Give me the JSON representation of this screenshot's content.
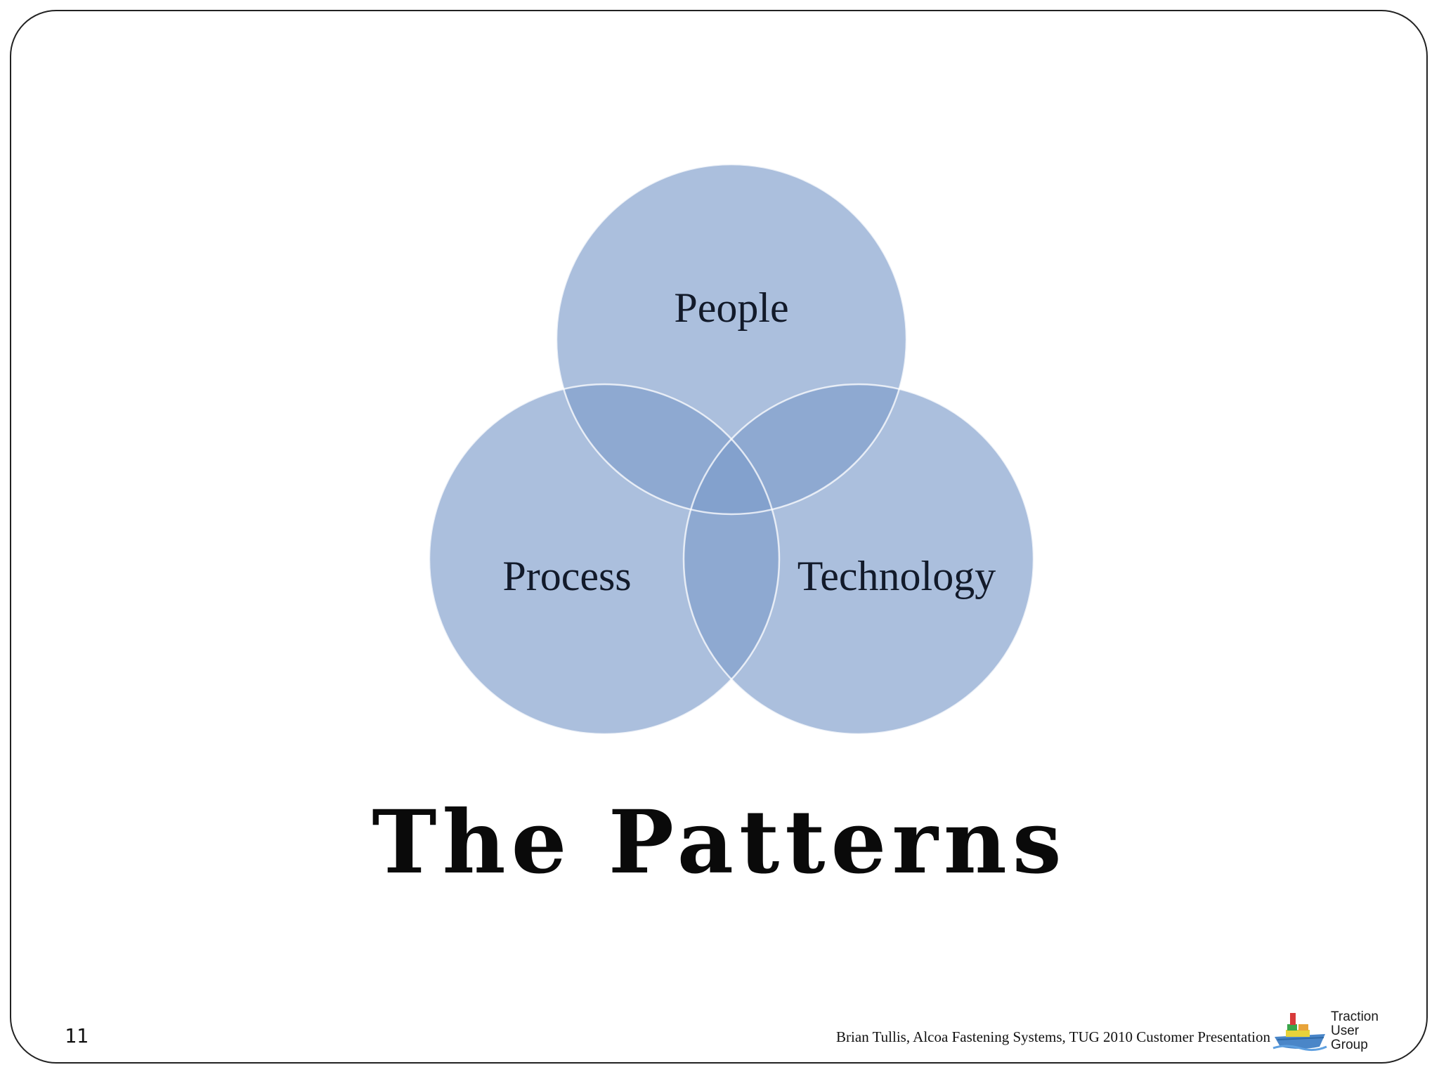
{
  "slide": {
    "title": "The Patterns",
    "number": "11",
    "footer": "Brian Tullis, Alcoa Fastening Systems, TUG 2010 Customer Presentation"
  },
  "diagram": {
    "type": "venn",
    "circles": [
      {
        "label": "People"
      },
      {
        "label": "Process"
      },
      {
        "label": "Technology"
      }
    ],
    "colors": {
      "circle_fill": "#7e9dcb",
      "circle_stroke": "#ffffff"
    }
  },
  "logo": {
    "name": "logo",
    "line1": "Traction",
    "line2": "User",
    "line3": "Group"
  }
}
